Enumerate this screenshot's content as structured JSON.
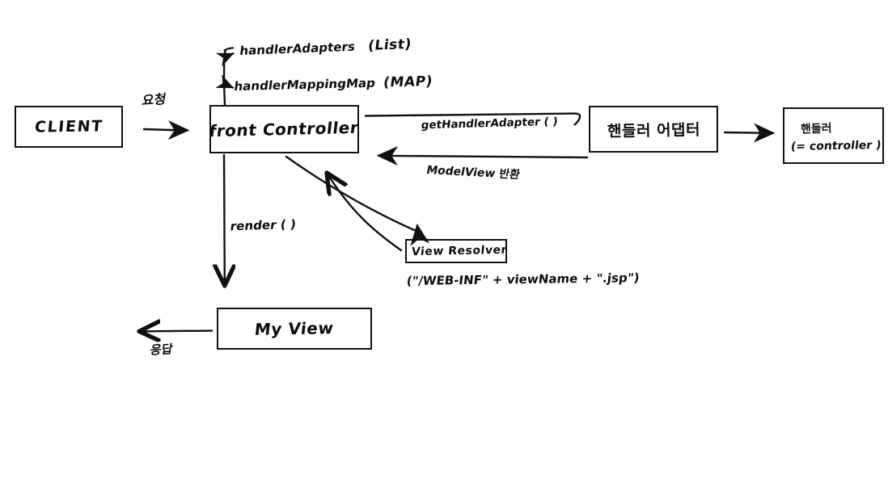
{
  "diagram": {
    "title": "Spring MVC Front Controller Flow (hand-drawn whiteboard sketch)",
    "nodes": {
      "client": {
        "label": "CLIENT"
      },
      "front_controller": {
        "label": "front Controller"
      },
      "handler_adapter": {
        "label": "핸들러 어댑터"
      },
      "handler": {
        "line1": "핸들러",
        "line2": "(= controller )"
      },
      "view_resolver": {
        "label": "View Resolver"
      },
      "my_view": {
        "label": "My View"
      }
    },
    "annotations": {
      "handler_adapters_field": {
        "name": "handlerAdapters",
        "type": "(List)"
      },
      "handler_mapping_field": {
        "name": "handlerMappingMap",
        "type": "(MAP)"
      },
      "request": "요청",
      "get_handler_adapter": "getHandlerAdapter ( )",
      "modelview_return": "ModelView 반환",
      "render": "render ( )",
      "view_resolver_expr": "(\"/WEB-INF\" + viewName + \".jsp\")",
      "response": "응답"
    },
    "icons": {
      "arrow_request": "arrow-right-icon",
      "arrow_get_handler_adapter": "arrow-right-icon",
      "arrow_modelview_return": "arrow-left-icon",
      "arrow_handler_adapter_to_handler": "arrow-right-icon",
      "arrow_render": "arrow-down-icon",
      "arrow_to_view_resolver": "arrow-diagonal-down-right-icon",
      "arrow_from_view_resolver": "arrow-diagonal-up-left-icon",
      "arrow_response": "arrow-left-icon",
      "branch_fields": "branch-two-arrows-icon"
    },
    "colors": {
      "ink": "#111111",
      "background": "#ffffff"
    }
  }
}
